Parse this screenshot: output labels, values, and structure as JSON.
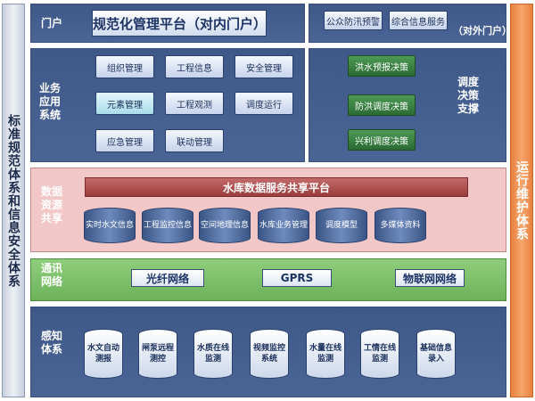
{
  "sides": {
    "left": "标准规范体系和信息安全体系",
    "right": "运行维护体系"
  },
  "portal": {
    "label": "门户",
    "title": "规范化管理平台（对内门户）",
    "outer_buttons": [
      "公众防汛预警",
      "综合信息服务"
    ],
    "outer_label": "（对外门户）"
  },
  "apps": {
    "label": "业务应用系统",
    "items": [
      [
        "组织管理",
        "工程信息",
        "安全管理"
      ],
      [
        "元素管理",
        "工程观测",
        "调度运行"
      ],
      [
        "应急管理",
        "联动管理"
      ]
    ]
  },
  "dispatch": {
    "label": "调度决策支撑",
    "items": [
      "洪水预报决策",
      "防洪调度决策",
      "兴利调度决策"
    ]
  },
  "data": {
    "label": "数据资源共享",
    "platform": "水库数据服务共享平台",
    "stores": [
      "实时水文信息",
      "工程监控信息",
      "空间地理信息",
      "水库业务管理",
      "调度模型",
      "多媒体资料"
    ]
  },
  "comms": {
    "label": "通讯网络",
    "items": [
      "光纤网络",
      "GPRS",
      "物联网网络"
    ]
  },
  "sensing": {
    "label": "感知体系",
    "items": [
      "水文自动测报",
      "闸泵远程测控",
      "水质在线监测",
      "视频监控系统",
      "水量在线监测",
      "工情在线监测",
      "基础信息录入"
    ]
  }
}
